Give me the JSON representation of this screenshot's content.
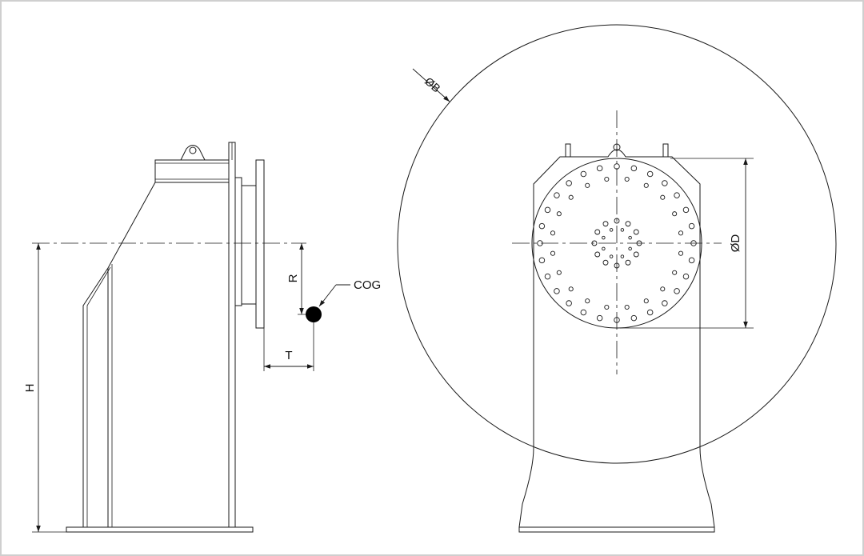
{
  "labels": {
    "height": "H",
    "cog_vertical_offset": "R",
    "cog_horizontal_offset": "T",
    "center_of_gravity": "COG",
    "drum_diameter": "ØB",
    "flange_diameter": "ØD"
  },
  "colors": {
    "line": "#1a1a1a",
    "cog_marker": "#000000",
    "background": "#ffffff"
  }
}
